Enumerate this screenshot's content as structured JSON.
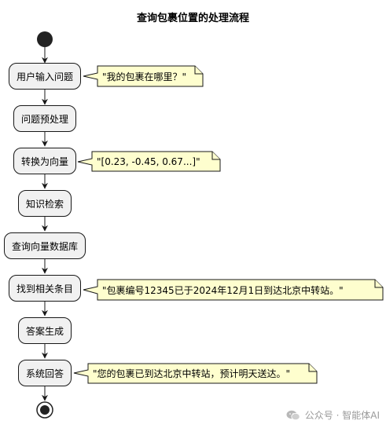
{
  "title": "查询包裹位置的处理流程",
  "steps": [
    {
      "label": "用户输入问题"
    },
    {
      "label": "问题预处理"
    },
    {
      "label": "转换为向量"
    },
    {
      "label": "知识检索"
    },
    {
      "label": "查询向量数据库"
    },
    {
      "label": "找到相关条目"
    },
    {
      "label": "答案生成"
    },
    {
      "label": "系统回答"
    }
  ],
  "notes": [
    {
      "text": "\"我的包裹在哪里？\""
    },
    {
      "text": "\"[0.23, -0.45, 0.67...]\""
    },
    {
      "text": "\"包裹编号12345已于2024年12月1日到达北京中转站。\""
    },
    {
      "text": "\"您的包裹已到达北京中转站，预计明天送达。\""
    }
  ],
  "watermark": {
    "text": "公众号 · 智能体AI",
    "icon": "wechat-icon"
  },
  "colors": {
    "node_fill": "#f1f1f1",
    "node_border": "#181818",
    "note_fill": "#fefece",
    "note_border": "#181818",
    "start_end": "#222222"
  }
}
